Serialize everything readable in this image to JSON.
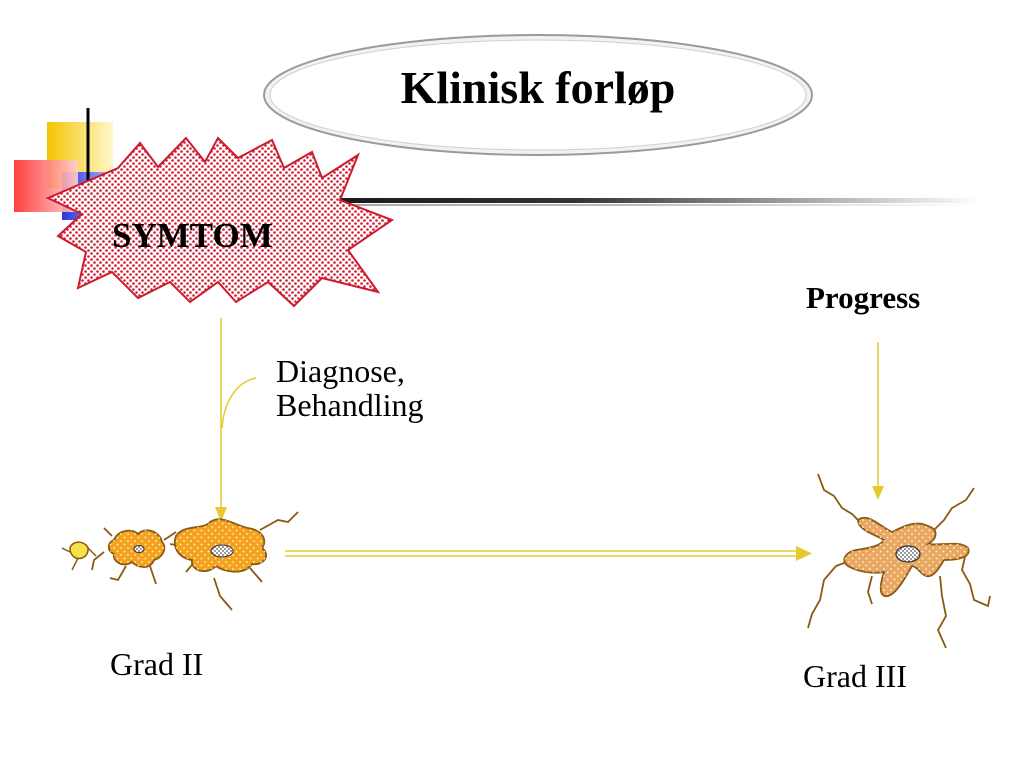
{
  "slide": {
    "title": "Klinisk forløp",
    "symptom_label": "SYMTOM",
    "progress_label": "Progress",
    "diagnosis_line1": "Diagnose,",
    "diagnosis_line2": "Behandling",
    "grade_low_label": "Grad II",
    "grade_high_label": "Grad III"
  },
  "colors": {
    "accent_yellow": "#f5c400",
    "accent_blue": "#2b35d8",
    "accent_red": "#ff2a2a",
    "arrow_yellow": "#e8c830",
    "cell_orange_small": "#f4a21e",
    "cell_orange_large": "#e8a864",
    "cell_outline": "#8b5a10",
    "star_outline": "#cc1b2b"
  },
  "icons": [
    "decorative-squares-icon",
    "burst-star-icon",
    "astrocyte-cell-icon"
  ]
}
